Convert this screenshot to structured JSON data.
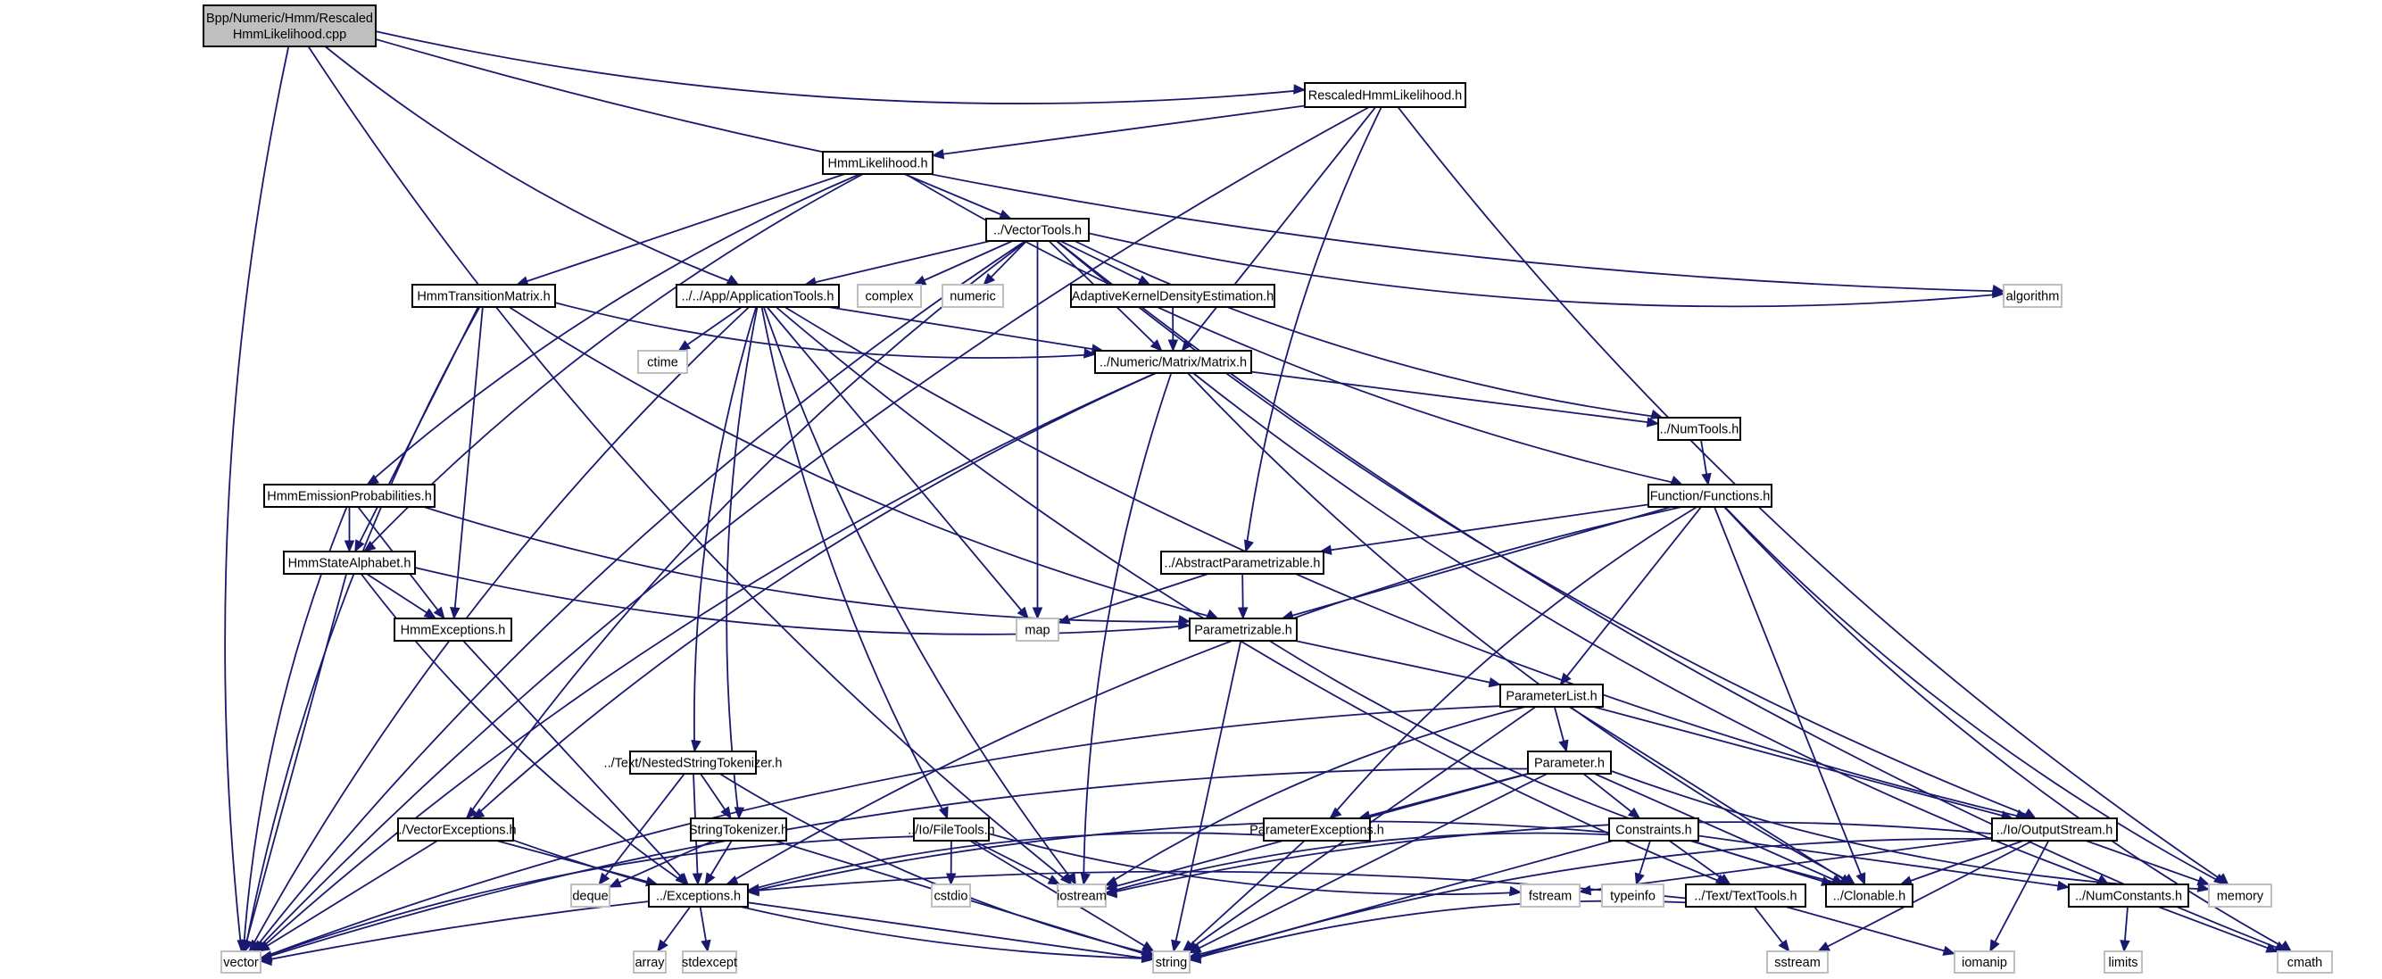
{
  "title": "Bpp/Numeric/Hmm/RescaledHmmLikelihood.cpp include dependency graph",
  "colors": {
    "edge": "#191970",
    "root_fill": "#bfbfbf",
    "doc_border": "#000000",
    "sys_border": "#bfbfbf"
  },
  "nodes": [
    {
      "id": "root",
      "kind": "root",
      "label": [
        "Bpp/Numeric/Hmm/Rescaled",
        "HmmLikelihood.cpp"
      ]
    },
    {
      "id": "RescaledHmmLikelihood",
      "kind": "doc",
      "label": [
        "RescaledHmmLikelihood.h"
      ]
    },
    {
      "id": "HmmLikelihood",
      "kind": "doc",
      "label": [
        "HmmLikelihood.h"
      ]
    },
    {
      "id": "VectorTools",
      "kind": "doc",
      "label": [
        "../VectorTools.h"
      ]
    },
    {
      "id": "HmmTransitionMatrix",
      "kind": "doc",
      "label": [
        "HmmTransitionMatrix.h"
      ]
    },
    {
      "id": "ApplicationTools",
      "kind": "doc",
      "label": [
        "../../App/ApplicationTools.h"
      ]
    },
    {
      "id": "complex",
      "kind": "sys",
      "label": [
        "complex"
      ]
    },
    {
      "id": "numeric",
      "kind": "sys",
      "label": [
        "numeric"
      ]
    },
    {
      "id": "AdaptiveKDE",
      "kind": "doc",
      "label": [
        "AdaptiveKernelDensityEstimation.h"
      ]
    },
    {
      "id": "algorithm",
      "kind": "sys",
      "label": [
        "algorithm"
      ]
    },
    {
      "id": "ctime",
      "kind": "sys",
      "label": [
        "ctime"
      ]
    },
    {
      "id": "Matrix",
      "kind": "doc",
      "label": [
        "../Numeric/Matrix/Matrix.h"
      ]
    },
    {
      "id": "NumTools",
      "kind": "doc",
      "label": [
        "../NumTools.h"
      ]
    },
    {
      "id": "HmmEmissionProbabilities",
      "kind": "doc",
      "label": [
        "HmmEmissionProbabilities.h"
      ]
    },
    {
      "id": "Functions",
      "kind": "doc",
      "label": [
        "Function/Functions.h"
      ]
    },
    {
      "id": "HmmStateAlphabet",
      "kind": "doc",
      "label": [
        "HmmStateAlphabet.h"
      ]
    },
    {
      "id": "AbstractParametrizable",
      "kind": "doc",
      "label": [
        "../AbstractParametrizable.h"
      ]
    },
    {
      "id": "HmmExceptions",
      "kind": "doc",
      "label": [
        "HmmExceptions.h"
      ]
    },
    {
      "id": "map",
      "kind": "sys",
      "label": [
        "map"
      ]
    },
    {
      "id": "Parametrizable",
      "kind": "doc",
      "label": [
        "Parametrizable.h"
      ]
    },
    {
      "id": "ParameterList",
      "kind": "doc",
      "label": [
        "ParameterList.h"
      ]
    },
    {
      "id": "NestedStringTokenizer",
      "kind": "doc",
      "label": [
        "../Text/NestedStringTokenizer.h"
      ]
    },
    {
      "id": "Parameter",
      "kind": "doc",
      "label": [
        "Parameter.h"
      ]
    },
    {
      "id": "VectorExceptions",
      "kind": "doc",
      "label": [
        "../VectorExceptions.h"
      ]
    },
    {
      "id": "StringTokenizer",
      "kind": "doc",
      "label": [
        "StringTokenizer.h"
      ]
    },
    {
      "id": "FileTools",
      "kind": "doc",
      "label": [
        "../Io/FileTools.h"
      ]
    },
    {
      "id": "ParameterExceptions",
      "kind": "doc",
      "label": [
        "ParameterExceptions.h"
      ]
    },
    {
      "id": "Constraints",
      "kind": "doc",
      "label": [
        "Constraints.h"
      ]
    },
    {
      "id": "OutputStream",
      "kind": "doc",
      "label": [
        "../Io/OutputStream.h"
      ]
    },
    {
      "id": "deque",
      "kind": "sys",
      "label": [
        "deque"
      ]
    },
    {
      "id": "Exceptions",
      "kind": "doc",
      "label": [
        "../Exceptions.h"
      ]
    },
    {
      "id": "cstdio",
      "kind": "sys",
      "label": [
        "cstdio"
      ]
    },
    {
      "id": "iostream",
      "kind": "sys",
      "label": [
        "iostream"
      ]
    },
    {
      "id": "fstream",
      "kind": "sys",
      "label": [
        "fstream"
      ]
    },
    {
      "id": "typeinfo",
      "kind": "sys",
      "label": [
        "typeinfo"
      ]
    },
    {
      "id": "TextTools",
      "kind": "doc",
      "label": [
        "../Text/TextTools.h"
      ]
    },
    {
      "id": "Clonable",
      "kind": "doc",
      "label": [
        "../Clonable.h"
      ]
    },
    {
      "id": "NumConstants",
      "kind": "doc",
      "label": [
        "../NumConstants.h"
      ]
    },
    {
      "id": "memory",
      "kind": "sys",
      "label": [
        "memory"
      ]
    },
    {
      "id": "vector",
      "kind": "sys",
      "label": [
        "vector"
      ]
    },
    {
      "id": "array",
      "kind": "sys",
      "label": [
        "array"
      ]
    },
    {
      "id": "stdexcept",
      "kind": "sys",
      "label": [
        "stdexcept"
      ]
    },
    {
      "id": "string",
      "kind": "sys",
      "label": [
        "string"
      ]
    },
    {
      "id": "sstream",
      "kind": "sys",
      "label": [
        "sstream"
      ]
    },
    {
      "id": "iomanip",
      "kind": "sys",
      "label": [
        "iomanip"
      ]
    },
    {
      "id": "limits",
      "kind": "sys",
      "label": [
        "limits"
      ]
    },
    {
      "id": "cmath",
      "kind": "sys",
      "label": [
        "cmath"
      ]
    }
  ],
  "edges": [
    [
      "root",
      "RescaledHmmLikelihood"
    ],
    [
      "root",
      "ApplicationTools"
    ],
    [
      "root",
      "vector"
    ],
    [
      "root",
      "iostream"
    ],
    [
      "root",
      "algorithm"
    ],
    [
      "RescaledHmmLikelihood",
      "HmmLikelihood"
    ],
    [
      "RescaledHmmLikelihood",
      "Matrix"
    ],
    [
      "RescaledHmmLikelihood",
      "AbstractParametrizable"
    ],
    [
      "RescaledHmmLikelihood",
      "vector"
    ],
    [
      "RescaledHmmLikelihood",
      "memory"
    ],
    [
      "HmmLikelihood",
      "VectorTools"
    ],
    [
      "HmmLikelihood",
      "HmmTransitionMatrix"
    ],
    [
      "HmmLikelihood",
      "HmmEmissionProbabilities"
    ],
    [
      "HmmLikelihood",
      "HmmStateAlphabet"
    ],
    [
      "HmmLikelihood",
      "Functions"
    ],
    [
      "VectorTools",
      "ApplicationTools"
    ],
    [
      "VectorTools",
      "complex"
    ],
    [
      "VectorTools",
      "numeric"
    ],
    [
      "VectorTools",
      "AdaptiveKDE"
    ],
    [
      "VectorTools",
      "algorithm"
    ],
    [
      "VectorTools",
      "Matrix"
    ],
    [
      "VectorTools",
      "NumTools"
    ],
    [
      "VectorTools",
      "VectorExceptions"
    ],
    [
      "VectorTools",
      "map"
    ],
    [
      "VectorTools",
      "vector"
    ],
    [
      "VectorTools",
      "OutputStream"
    ],
    [
      "VectorTools",
      "cmath"
    ],
    [
      "HmmTransitionMatrix",
      "HmmStateAlphabet"
    ],
    [
      "HmmTransitionMatrix",
      "HmmExceptions"
    ],
    [
      "HmmTransitionMatrix",
      "Matrix"
    ],
    [
      "HmmTransitionMatrix",
      "Parametrizable"
    ],
    [
      "HmmTransitionMatrix",
      "vector"
    ],
    [
      "ApplicationTools",
      "ctime"
    ],
    [
      "ApplicationTools",
      "Matrix"
    ],
    [
      "ApplicationTools",
      "NestedStringTokenizer"
    ],
    [
      "ApplicationTools",
      "StringTokenizer"
    ],
    [
      "ApplicationTools",
      "FileTools"
    ],
    [
      "ApplicationTools",
      "iostream"
    ],
    [
      "ApplicationTools",
      "map"
    ],
    [
      "ApplicationTools",
      "vector"
    ],
    [
      "ApplicationTools",
      "OutputStream"
    ],
    [
      "ApplicationTools",
      "TextTools"
    ],
    [
      "AdaptiveKDE",
      "Matrix"
    ],
    [
      "Matrix",
      "NumTools"
    ],
    [
      "Matrix",
      "VectorExceptions"
    ],
    [
      "Matrix",
      "iostream"
    ],
    [
      "Matrix",
      "vector"
    ],
    [
      "Matrix",
      "Clonable"
    ],
    [
      "Matrix",
      "NumConstants"
    ],
    [
      "NumTools",
      "Functions"
    ],
    [
      "HmmEmissionProbabilities",
      "HmmStateAlphabet"
    ],
    [
      "HmmEmissionProbabilities",
      "HmmExceptions"
    ],
    [
      "HmmEmissionProbabilities",
      "Parametrizable"
    ],
    [
      "HmmEmissionProbabilities",
      "vector"
    ],
    [
      "Functions",
      "AbstractParametrizable"
    ],
    [
      "Functions",
      "Parametrizable"
    ],
    [
      "Functions",
      "ParameterList"
    ],
    [
      "Functions",
      "ParameterExceptions"
    ],
    [
      "Functions",
      "Exceptions"
    ],
    [
      "Functions",
      "Clonable"
    ],
    [
      "Functions",
      "memory"
    ],
    [
      "Functions",
      "cmath"
    ],
    [
      "HmmStateAlphabet",
      "HmmExceptions"
    ],
    [
      "HmmStateAlphabet",
      "Parametrizable"
    ],
    [
      "HmmStateAlphabet",
      "Exceptions"
    ],
    [
      "HmmStateAlphabet",
      "vector"
    ],
    [
      "AbstractParametrizable",
      "Parametrizable"
    ],
    [
      "AbstractParametrizable",
      "map"
    ],
    [
      "HmmExceptions",
      "Exceptions"
    ],
    [
      "Parametrizable",
      "ParameterList"
    ],
    [
      "Parametrizable",
      "string"
    ],
    [
      "Parametrizable",
      "Clonable"
    ],
    [
      "ParameterList",
      "Parameter"
    ],
    [
      "ParameterList",
      "vector"
    ],
    [
      "ParameterList",
      "iostream"
    ],
    [
      "ParameterList",
      "string"
    ],
    [
      "ParameterList",
      "Clonable"
    ],
    [
      "ParameterList",
      "OutputStream"
    ],
    [
      "NestedStringTokenizer",
      "StringTokenizer"
    ],
    [
      "NestedStringTokenizer",
      "deque"
    ],
    [
      "NestedStringTokenizer",
      "Exceptions"
    ],
    [
      "NestedStringTokenizer",
      "string"
    ],
    [
      "Parameter",
      "ParameterExceptions"
    ],
    [
      "Parameter",
      "Constraints"
    ],
    [
      "Parameter",
      "iostream"
    ],
    [
      "Parameter",
      "string"
    ],
    [
      "Parameter",
      "vector"
    ],
    [
      "Parameter",
      "Clonable"
    ],
    [
      "Parameter",
      "memory"
    ],
    [
      "VectorExceptions",
      "Exceptions"
    ],
    [
      "VectorExceptions",
      "vector"
    ],
    [
      "VectorExceptions",
      "string"
    ],
    [
      "StringTokenizer",
      "deque"
    ],
    [
      "StringTokenizer",
      "Exceptions"
    ],
    [
      "StringTokenizer",
      "string"
    ],
    [
      "FileTools",
      "cstdio"
    ],
    [
      "FileTools",
      "iostream"
    ],
    [
      "FileTools",
      "fstream"
    ],
    [
      "FileTools",
      "string"
    ],
    [
      "FileTools",
      "vector"
    ],
    [
      "ParameterExceptions",
      "Exceptions"
    ],
    [
      "ParameterExceptions",
      "string"
    ],
    [
      "Constraints",
      "typeinfo"
    ],
    [
      "Constraints",
      "TextTools"
    ],
    [
      "Constraints",
      "Clonable"
    ],
    [
      "Constraints",
      "NumConstants"
    ],
    [
      "Constraints",
      "iostream"
    ],
    [
      "Constraints",
      "string"
    ],
    [
      "Constraints",
      "Exceptions"
    ],
    [
      "OutputStream",
      "iostream"
    ],
    [
      "OutputStream",
      "fstream"
    ],
    [
      "OutputStream",
      "Clonable"
    ],
    [
      "OutputStream",
      "memory"
    ],
    [
      "OutputStream",
      "string"
    ],
    [
      "OutputStream",
      "sstream"
    ],
    [
      "OutputStream",
      "iomanip"
    ],
    [
      "Exceptions",
      "array"
    ],
    [
      "Exceptions",
      "stdexcept"
    ],
    [
      "Exceptions",
      "string"
    ],
    [
      "TextTools",
      "vector"
    ],
    [
      "TextTools",
      "string"
    ],
    [
      "TextTools",
      "sstream"
    ],
    [
      "TextTools",
      "iomanip"
    ],
    [
      "NumConstants",
      "limits"
    ],
    [
      "NumConstants",
      "cmath"
    ]
  ]
}
